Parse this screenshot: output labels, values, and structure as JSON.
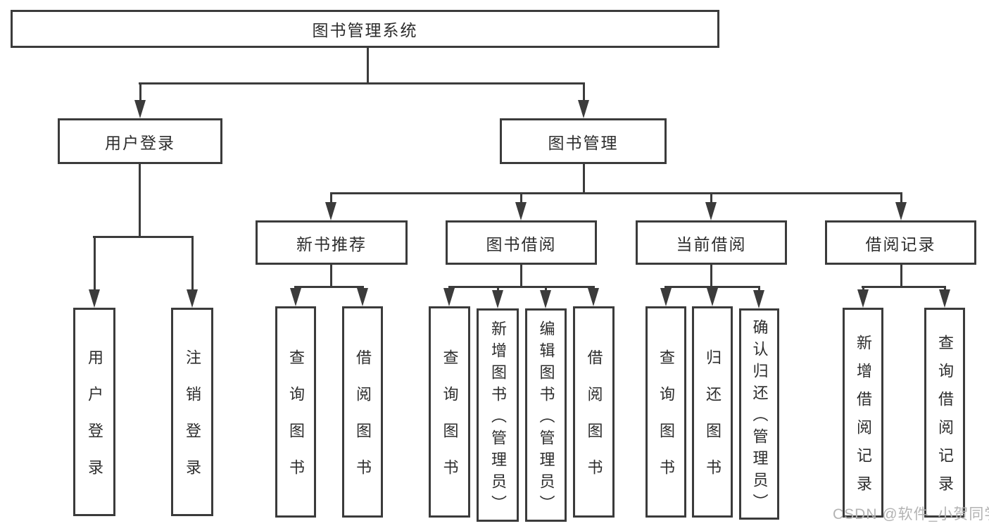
{
  "diagram": {
    "root": {
      "label": "图书管理系统"
    },
    "branches": [
      {
        "label": "用户登录",
        "children": [
          {
            "label": "用户登录"
          },
          {
            "label": "注销登录"
          }
        ]
      },
      {
        "label": "图书管理",
        "children": [
          {
            "label": "新书推荐",
            "children": [
              {
                "label": "查询图书"
              },
              {
                "label": "借阅图书"
              }
            ]
          },
          {
            "label": "图书借阅",
            "children": [
              {
                "label": "查询图书"
              },
              {
                "label": "新增图书（管理员）"
              },
              {
                "label": "编辑图书（管理员）"
              },
              {
                "label": "借阅图书"
              }
            ]
          },
          {
            "label": "当前借阅",
            "children": [
              {
                "label": "查询图书"
              },
              {
                "label": "归还图书"
              },
              {
                "label": "确认归还（管理员）"
              }
            ]
          },
          {
            "label": "借阅记录",
            "children": [
              {
                "label": "新增借阅记录"
              },
              {
                "label": "查询借阅记录"
              }
            ]
          }
        ]
      }
    ]
  },
  "watermark": "CSDN @软件_小贺同学",
  "colors": {
    "background": "#ffffff",
    "line": "#3b3b3b",
    "text": "#2d2d2d",
    "watermark": "#b3b3b3"
  }
}
